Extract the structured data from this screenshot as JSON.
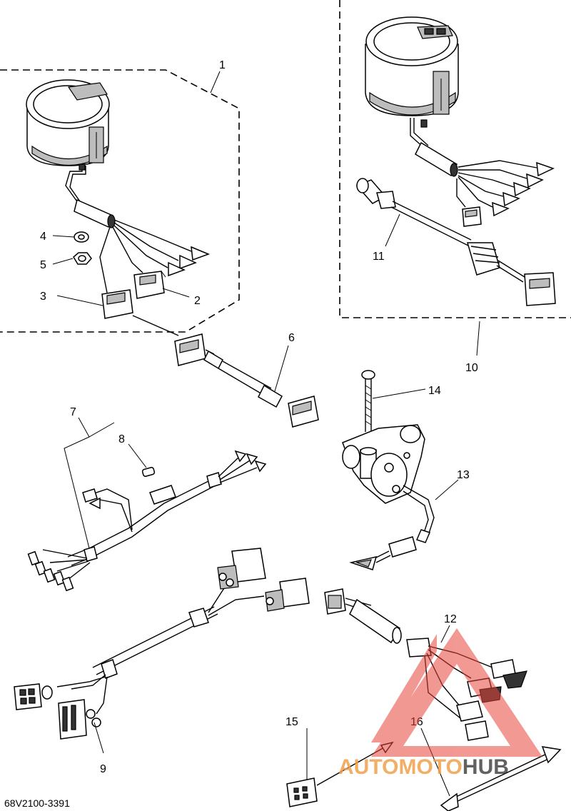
{
  "callouts": [
    {
      "id": "1",
      "text": "1"
    },
    {
      "id": "2",
      "text": "2"
    },
    {
      "id": "3",
      "text": "3"
    },
    {
      "id": "4",
      "text": "4"
    },
    {
      "id": "5",
      "text": "5"
    },
    {
      "id": "6",
      "text": "6"
    },
    {
      "id": "7",
      "text": "7"
    },
    {
      "id": "8",
      "text": "8"
    },
    {
      "id": "9",
      "text": "9"
    },
    {
      "id": "10",
      "text": "10"
    },
    {
      "id": "11",
      "text": "11"
    },
    {
      "id": "12",
      "text": "12"
    },
    {
      "id": "13",
      "text": "13"
    },
    {
      "id": "14",
      "text": "14"
    },
    {
      "id": "15",
      "text": "15"
    },
    {
      "id": "16",
      "text": "16"
    }
  ],
  "diagram_code": "68V2100-3391",
  "watermark": {
    "part1": "AUTOMOTO",
    "part2": "HUB",
    "color_primary": "#f0a04b",
    "color_secondary": "#3a3a3a",
    "triangle_color": "#e8453c"
  }
}
